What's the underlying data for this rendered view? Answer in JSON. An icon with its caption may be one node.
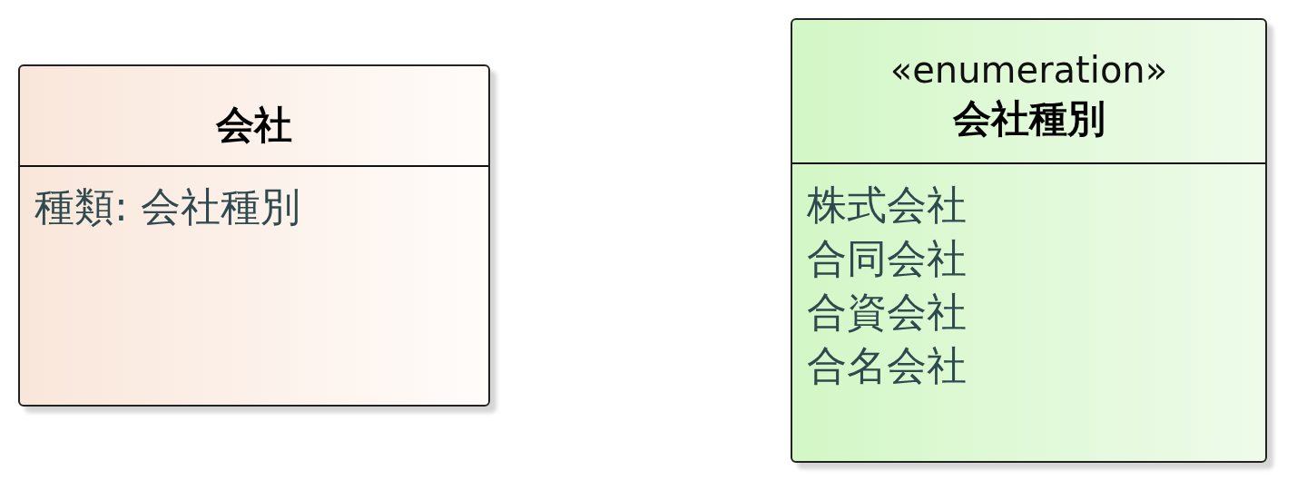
{
  "diagram": {
    "nodes": [
      {
        "text": [
          "会社",
          "種類: 会社種別"
        ]
      },
      {
        "text": [
          "«enumeration»",
          "会社種別",
          "株式会社",
          "合同会社",
          "合資会社",
          "合名会社"
        ]
      }
    ]
  }
}
